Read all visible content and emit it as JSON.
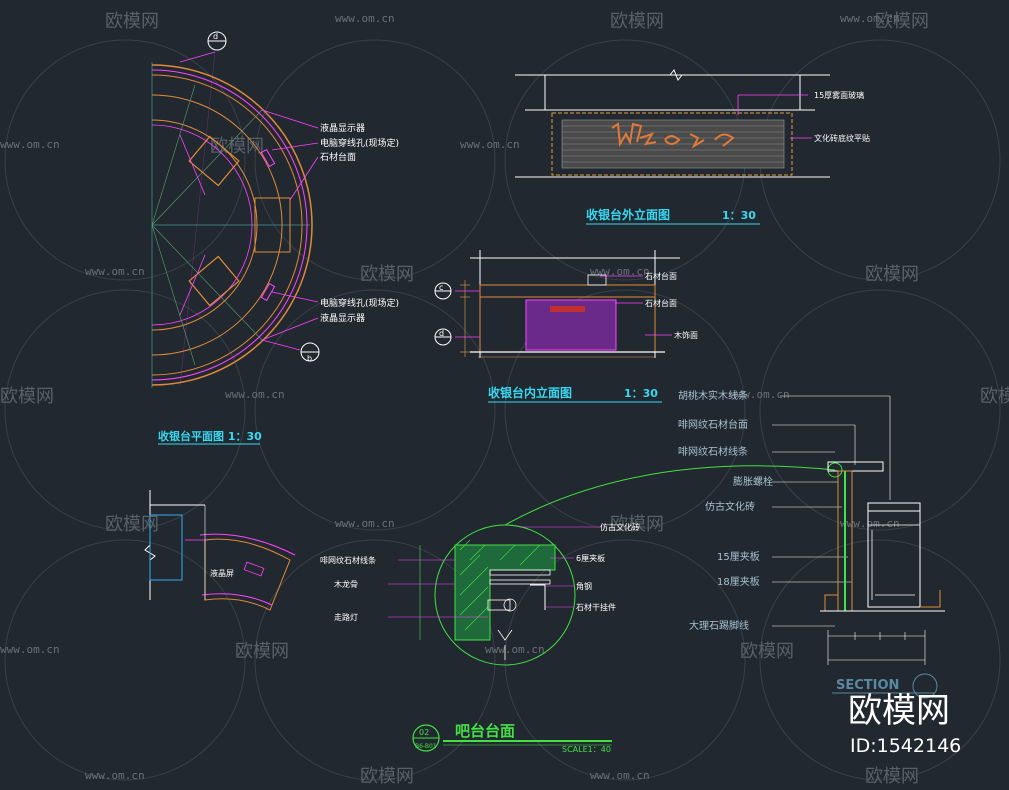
{
  "watermark": {
    "brand": "欧模网",
    "url": "www.om.cn",
    "id": "ID:1542146"
  },
  "plan": {
    "title": "收银台平面图  1：30",
    "markers": [
      "d",
      "b"
    ],
    "labels": [
      "液晶显示器",
      "电脑穿线孔(现场定)",
      "石材台面",
      "电脑穿线孔(现场定)",
      "液晶显示器"
    ]
  },
  "outer_elev": {
    "title": "收银台外立面图",
    "scale": "1：30",
    "labels": [
      "15厚雾面玻璃",
      "文化砖底纹平贴"
    ]
  },
  "inner_elev": {
    "title": "收银台内立面图",
    "scale": "1：30",
    "markers": [
      "c",
      "d"
    ],
    "labels": [
      "石材台面",
      "石材台面",
      "木饰面"
    ]
  },
  "small_plan": {
    "labels": [
      "液晶屏"
    ]
  },
  "detail": {
    "labels_left": [
      "啡网纹石材线条",
      "木龙骨",
      "走路灯"
    ],
    "labels_right": [
      "6厘夹板",
      "角钢",
      "石材干挂件"
    ],
    "top_label": "仿古文化砖"
  },
  "section": {
    "labels": [
      "胡桃木实木线条",
      "啡网纹石材台面",
      "啡网纹石材线条",
      "膨胀螺栓",
      "仿古文化砖",
      "15厘夹板",
      "18厘夹板",
      "大理石踢脚线"
    ],
    "heading": "SECTION"
  },
  "bar": {
    "title": "吧台台面",
    "num": "02",
    "sub": "B6-B01",
    "scale": "SCALE1：40"
  }
}
